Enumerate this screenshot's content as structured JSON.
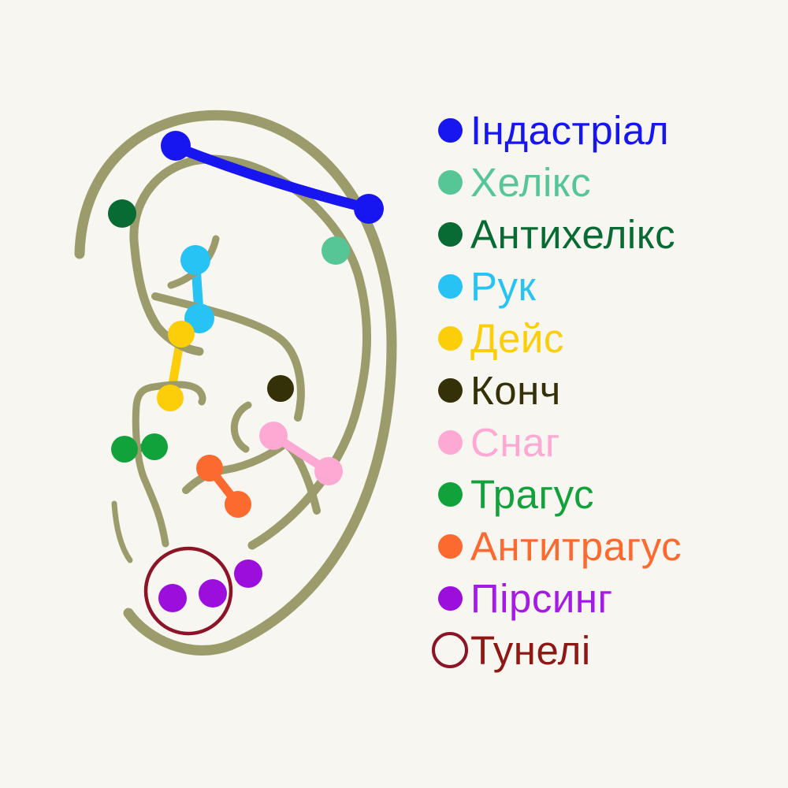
{
  "background": "#F8F6F1",
  "ear": {
    "outline_color": "#9B9B6B"
  },
  "legend": {
    "items": [
      {
        "key": "industrial",
        "label": "Індастріал",
        "color": "#1715F0",
        "text_color": "#1715F0",
        "marker": "dot"
      },
      {
        "key": "helix",
        "label": "Хелікс",
        "color": "#57C696",
        "text_color": "#57C696",
        "marker": "dot"
      },
      {
        "key": "antihelix",
        "label": "Антихелікс",
        "color": "#096B34",
        "text_color": "#096B34",
        "marker": "dot"
      },
      {
        "key": "rook",
        "label": "Рук",
        "color": "#27C3F4",
        "text_color": "#27C3F4",
        "marker": "dot"
      },
      {
        "key": "daith",
        "label": "Дейс",
        "color": "#FCCD09",
        "text_color": "#FCCD09",
        "marker": "dot"
      },
      {
        "key": "conch",
        "label": "Конч",
        "color": "#343008",
        "text_color": "#343008",
        "marker": "dot"
      },
      {
        "key": "snug",
        "label": "Снаг",
        "color": "#FDA9D4",
        "text_color": "#FDA9D4",
        "marker": "dot"
      },
      {
        "key": "tragus",
        "label": "Трагус",
        "color": "#12A23C",
        "text_color": "#12A23C",
        "marker": "dot"
      },
      {
        "key": "antitragus",
        "label": "Антитрагус",
        "color": "#FC6A2F",
        "text_color": "#FC6A2F",
        "marker": "dot"
      },
      {
        "key": "lobe-piercing",
        "label": "Пірсинг",
        "color": "#9C0EDC",
        "text_color": "#A51BE5",
        "marker": "dot"
      },
      {
        "key": "tunnels",
        "label": "Тунелі",
        "color": "#8C1426",
        "text_color": "#8D1814",
        "marker": "ring"
      }
    ]
  }
}
